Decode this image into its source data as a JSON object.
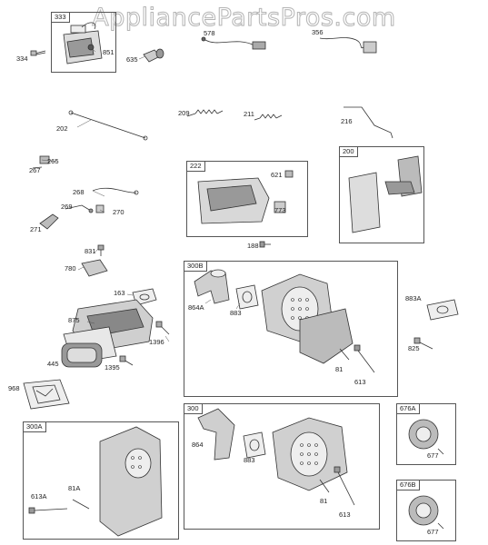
{
  "watermark": "AppliancePartsPros.com",
  "boxes": {
    "b333": "333",
    "b222": "222",
    "b200": "200",
    "b300B": "300B",
    "b300A": "300A",
    "b300": "300",
    "b676A": "676A",
    "b676B": "676B"
  },
  "labels": {
    "l334": "334",
    "l851": "851",
    "l635": "635",
    "l578": "578",
    "l356": "356",
    "l202": "202",
    "l209": "209",
    "l211": "211",
    "l216": "216",
    "l265": "265",
    "l267": "267",
    "l268": "268",
    "l269": "269",
    "l270": "270",
    "l271": "271",
    "l621": "621",
    "l773": "773",
    "l188": "188",
    "l831": "831",
    "l780": "780",
    "l163": "163",
    "l875": "875",
    "l1396": "1396",
    "l445": "445",
    "l1395": "1395",
    "l968": "968",
    "l864A": "864A",
    "l883a": "883",
    "l883A": "883A",
    "l825": "825",
    "l81a": "81",
    "l613a": "613",
    "l613A": "613A",
    "l81A": "81A",
    "l864": "864",
    "l883b": "883",
    "l81b": "81",
    "l613b": "613",
    "l677a": "677",
    "l677b": "677"
  }
}
